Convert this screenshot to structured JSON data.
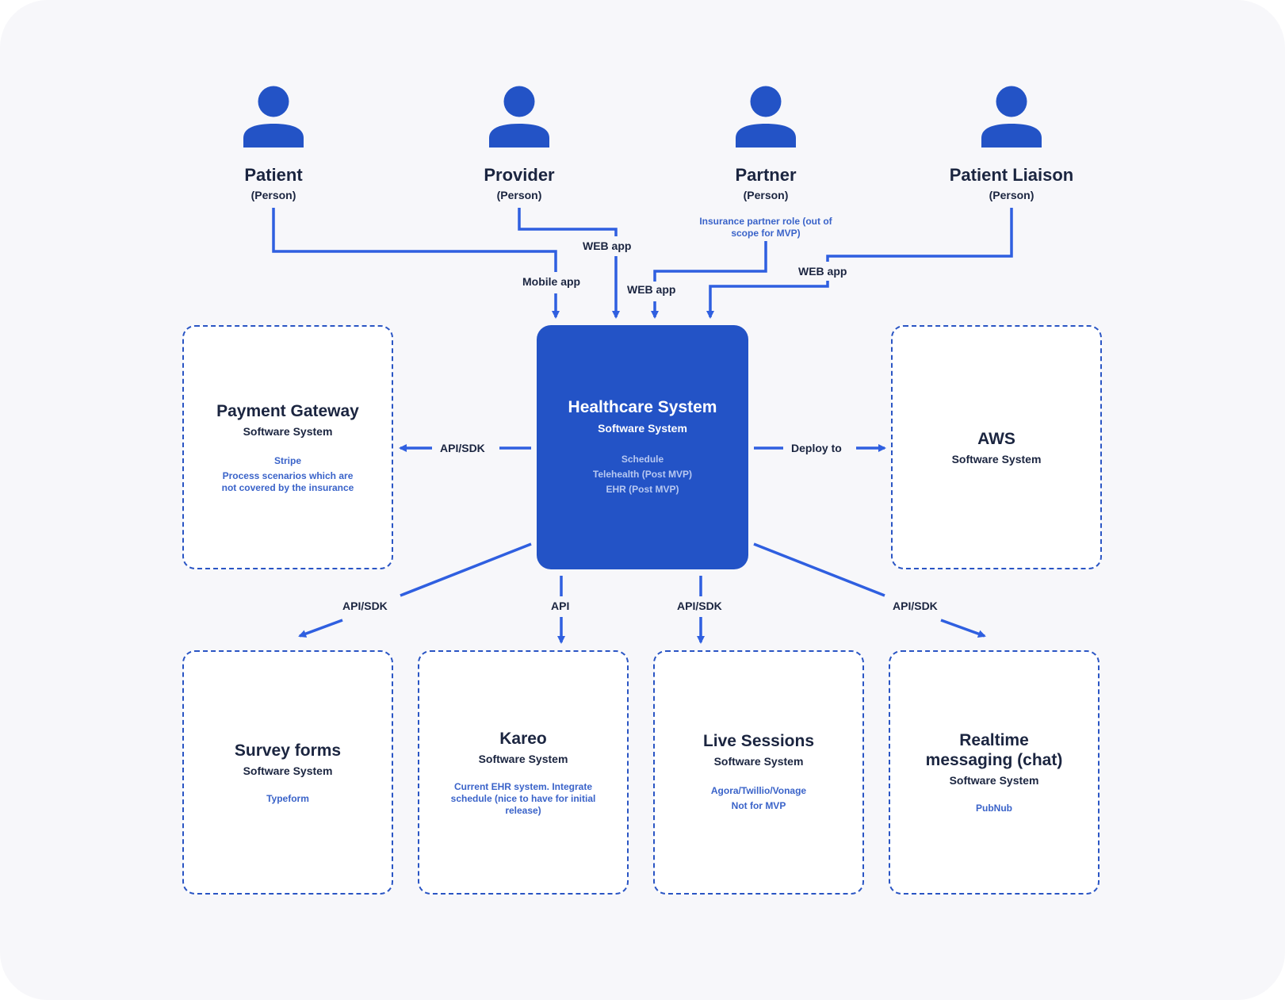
{
  "persons": [
    {
      "name": "Patient",
      "type": "(Person)",
      "note": ""
    },
    {
      "name": "Provider",
      "type": "(Person)",
      "note": ""
    },
    {
      "name": "Partner",
      "type": "(Person)",
      "note": "Insurance partner role (out of scope for MVP)"
    },
    {
      "name": "Patient Liaison",
      "type": "(Person)",
      "note": ""
    }
  ],
  "core": {
    "title": "Healthcare System",
    "type": "Software System",
    "desc": [
      "Schedule",
      "Telehealth (Post MVP)",
      "EHR (Post MVP)"
    ]
  },
  "systems": {
    "payment": {
      "title": "Payment Gateway",
      "type": "Software System",
      "desc": [
        "Stripe",
        "Process scenarios which are not covered by the insurance"
      ]
    },
    "aws": {
      "title": "AWS",
      "type": "Software System",
      "desc": []
    },
    "survey": {
      "title": "Survey forms",
      "type": "Software System",
      "desc": [
        "Typeform"
      ]
    },
    "kareo": {
      "title": "Kareo",
      "type": "Software System",
      "desc": [
        "Current EHR system. Integrate schedule (nice to have for initial release)"
      ]
    },
    "live": {
      "title": "Live Sessions",
      "type": "Software System",
      "desc": [
        "Agora/Twillio/Vonage",
        "Not for MVP"
      ]
    },
    "chat": {
      "title": "Realtime messaging (chat)",
      "type": "Software System",
      "desc": [
        "PubNub"
      ]
    }
  },
  "edges": {
    "mobile_app": "Mobile app",
    "web_app_provider": "WEB app",
    "web_app_partner": "WEB app",
    "web_app_liaison": "WEB app",
    "payment": "API/SDK",
    "aws": "Deploy to",
    "survey": "API/SDK",
    "kareo": "API",
    "live": "API/SDK",
    "chat": "API/SDK"
  },
  "colors": {
    "accent": "#2353c6",
    "line": "#2f5fe0",
    "text": "#1b2540",
    "desc": "#3a63c9"
  }
}
